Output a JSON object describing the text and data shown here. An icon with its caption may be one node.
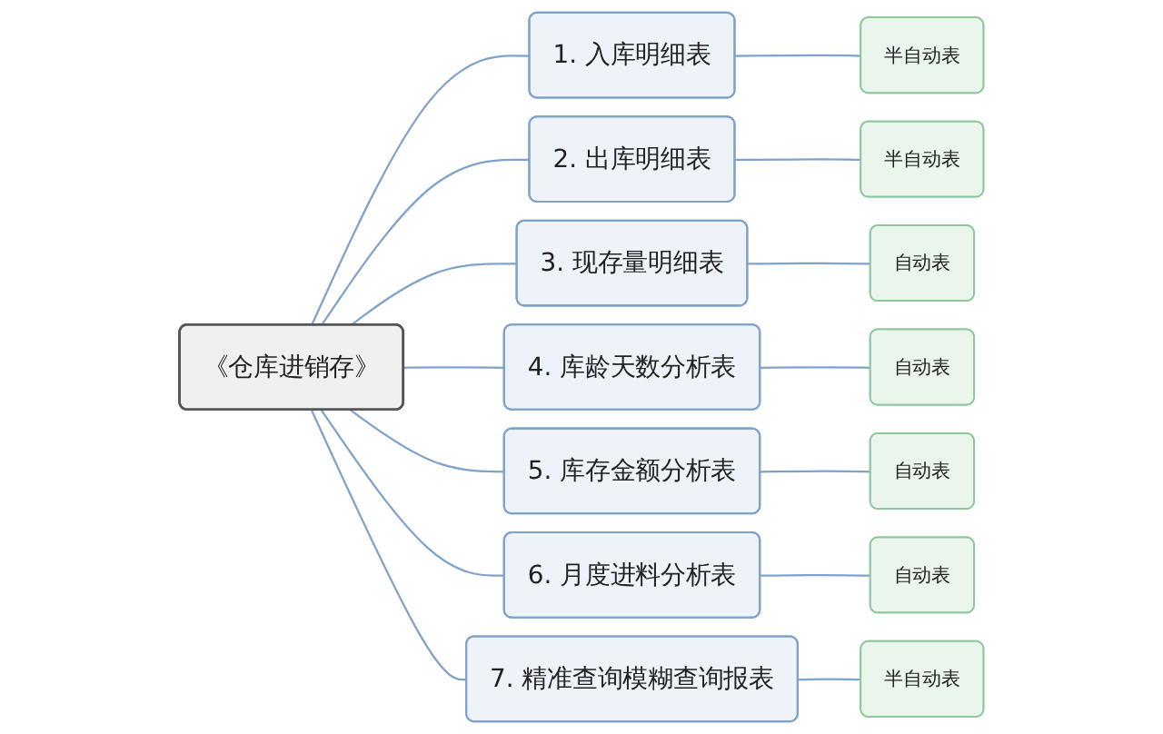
{
  "diagram": {
    "nodes": [
      {
        "text": [
          "《仓库进销存》"
        ]
      },
      {
        "text": [
          "1. 入库明细表"
        ]
      },
      {
        "text": [
          "2. 出库明细表"
        ]
      },
      {
        "text": [
          "3. 现存量明细表"
        ]
      },
      {
        "text": [
          "4. 库龄天数分析表"
        ]
      },
      {
        "text": [
          "5. 库存金额分析表"
        ]
      },
      {
        "text": [
          "6. 月度进料分析表"
        ]
      },
      {
        "text": [
          "7. 精准查询模糊查询报表"
        ]
      },
      {
        "text": [
          "半自动表"
        ]
      },
      {
        "text": [
          "半自动表"
        ]
      },
      {
        "text": [
          "自动表"
        ]
      },
      {
        "text": [
          "自动表"
        ]
      },
      {
        "text": [
          "自动表"
        ]
      },
      {
        "text": [
          "自动表"
        ]
      },
      {
        "text": [
          "半自动表"
        ]
      }
    ],
    "edges": [
      {
        "from": 0,
        "to": 1,
        "arrow": "none"
      },
      {
        "from": 0,
        "to": 2,
        "arrow": "none"
      },
      {
        "from": 0,
        "to": 3,
        "arrow": "none"
      },
      {
        "from": 0,
        "to": 4,
        "arrow": "none"
      },
      {
        "from": 0,
        "to": 5,
        "arrow": "none"
      },
      {
        "from": 0,
        "to": 6,
        "arrow": "none"
      },
      {
        "from": 0,
        "to": 7,
        "arrow": "none"
      },
      {
        "from": 1,
        "to": 8,
        "arrow": "none"
      },
      {
        "from": 2,
        "to": 9,
        "arrow": "none"
      },
      {
        "from": 3,
        "to": 10,
        "arrow": "none"
      },
      {
        "from": 4,
        "to": 11,
        "arrow": "none"
      },
      {
        "from": 5,
        "to": 12,
        "arrow": "none"
      },
      {
        "from": 6,
        "to": 13,
        "arrow": "none"
      },
      {
        "from": 7,
        "to": 14,
        "arrow": "none"
      }
    ]
  }
}
